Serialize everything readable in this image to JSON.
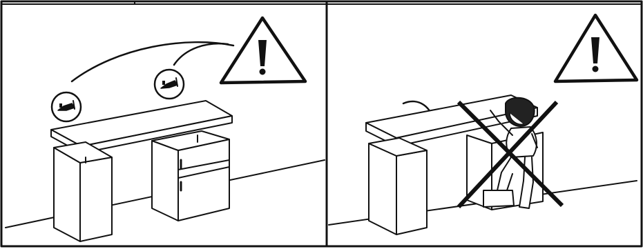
{
  "document": {
    "type": "assembly-instruction-warning-illustration",
    "panels": [
      {
        "id": "left",
        "content": [
          "desk-with-two-pedestals",
          "wall-anchor-bracket-callout",
          "wall-anchor-bracket-callout",
          "warning-triangle"
        ]
      },
      {
        "id": "right",
        "content": [
          "desk-tipping",
          "child-climbing",
          "prohibition-cross",
          "warning-triangle"
        ]
      }
    ],
    "warning_symbol": "!",
    "colors": {
      "ink": "#111111",
      "paper": "#ffffff"
    }
  }
}
